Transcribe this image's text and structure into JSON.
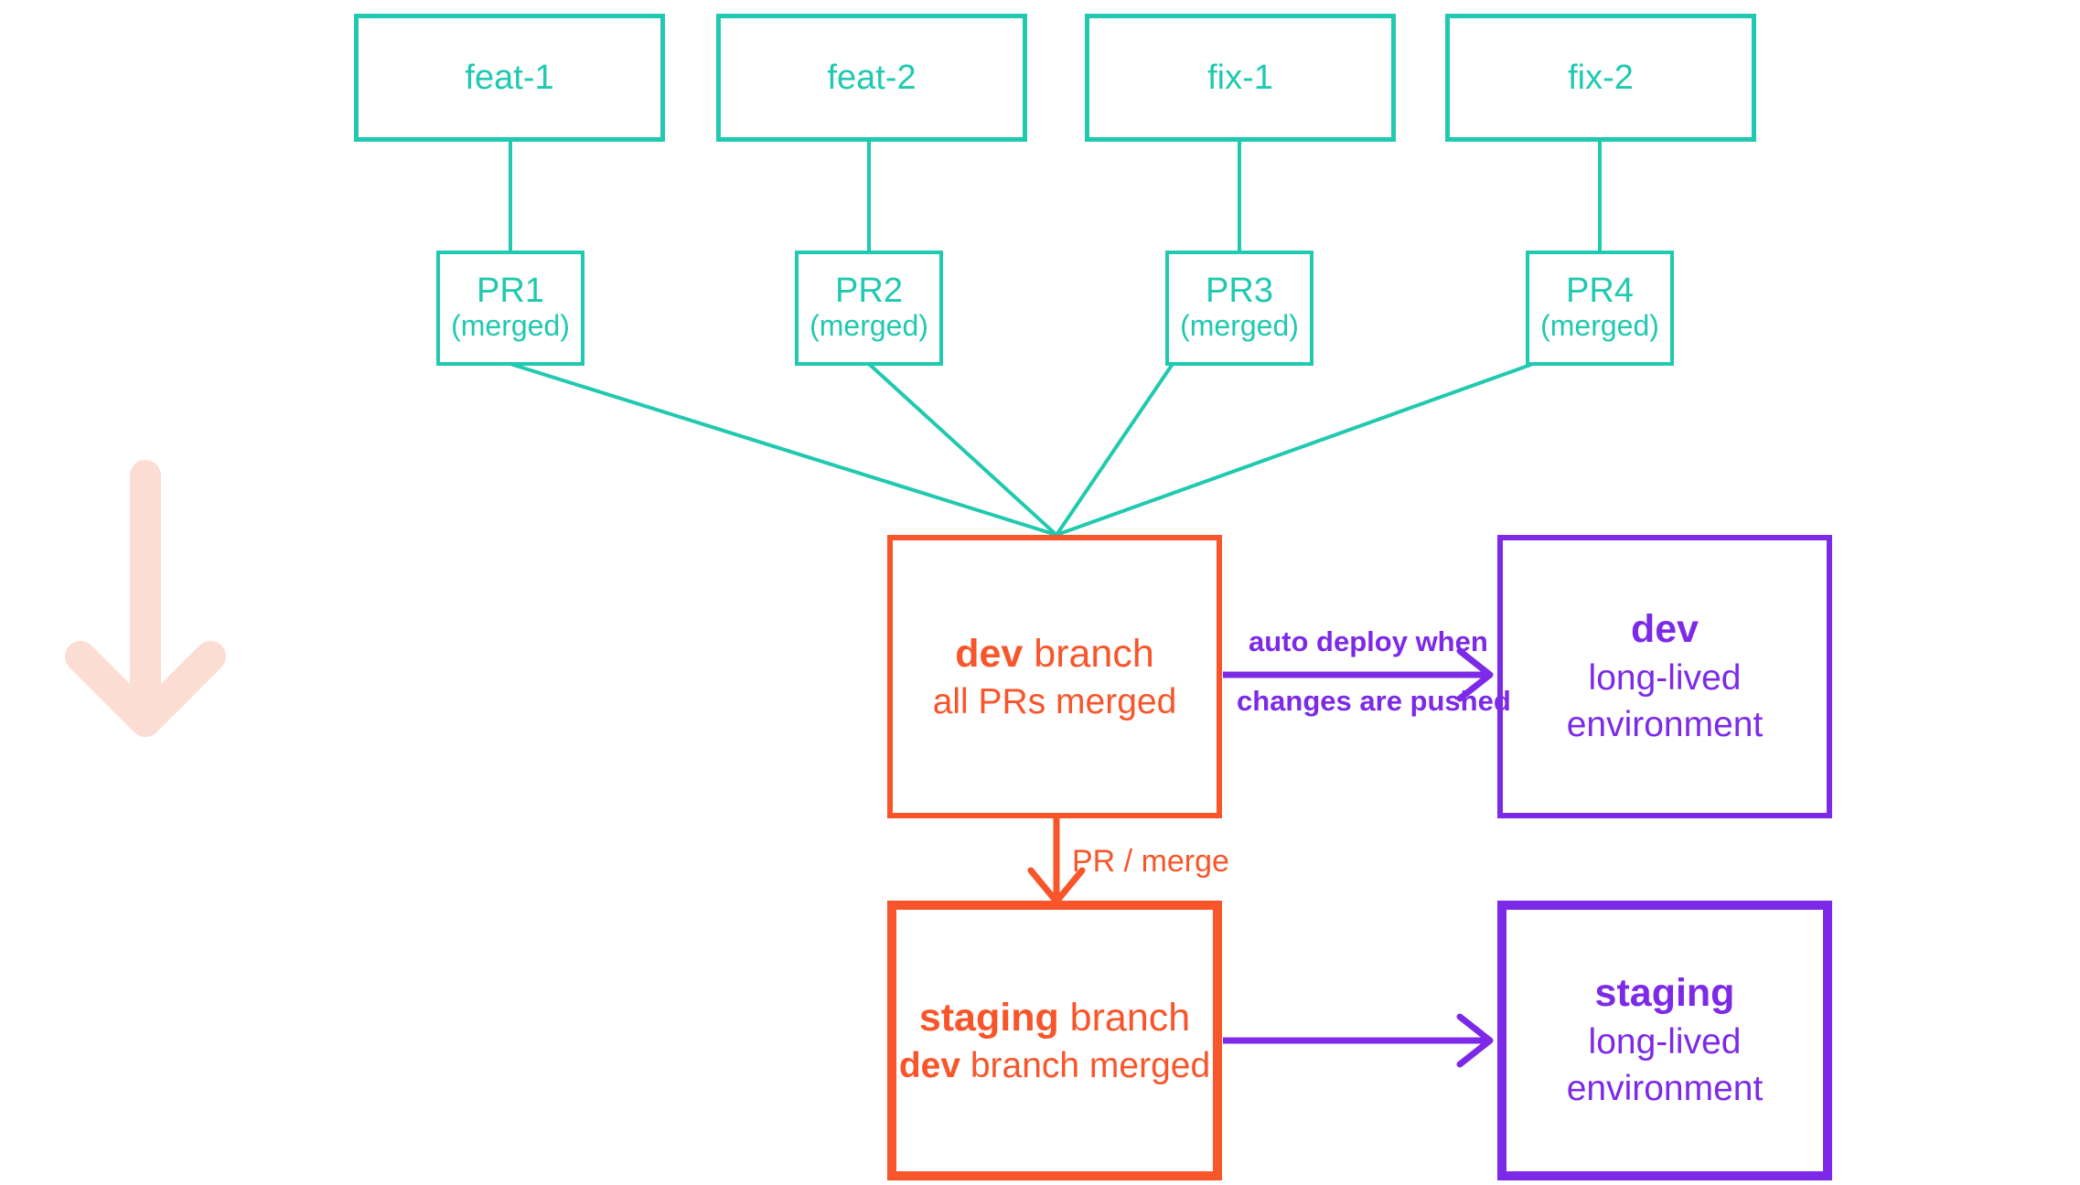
{
  "palette": {
    "teal": "#20C9AF",
    "orange": "#F8552A",
    "purple": "#7C2AE8",
    "pink_arrow": "#FBDDD3",
    "background": "#FFFFFF"
  },
  "diagram": {
    "title": "git branch to environment deployment flow",
    "source_branches": [
      {
        "id": "feat-1",
        "label": "feat-1"
      },
      {
        "id": "feat-2",
        "label": "feat-2"
      },
      {
        "id": "fix-1",
        "label": "fix-1"
      },
      {
        "id": "fix-2",
        "label": "fix-2"
      }
    ],
    "pull_requests": [
      {
        "id": "PR1",
        "title": "PR1",
        "status": "(merged)"
      },
      {
        "id": "PR2",
        "title": "PR2",
        "status": "(merged)"
      },
      {
        "id": "PR3",
        "title": "PR3",
        "status": "(merged)"
      },
      {
        "id": "PR4",
        "title": "PR4",
        "status": "(merged)"
      }
    ],
    "branches": [
      {
        "id": "dev-branch",
        "name": "dev",
        "name_suffix": " branch",
        "subtitle_strong": "",
        "subtitle": "all PRs merged"
      },
      {
        "id": "staging-branch",
        "name": "staging",
        "name_suffix": " branch",
        "subtitle_strong": "dev",
        "subtitle": " branch merged"
      }
    ],
    "environments": [
      {
        "id": "dev-environment",
        "name": "dev",
        "line2": "long-lived",
        "line3": "environment"
      },
      {
        "id": "staging-environment",
        "name": "staging",
        "line2": "long-lived",
        "line3": "environment"
      }
    ],
    "edge_labels": {
      "auto_deploy_line1": "auto deploy when",
      "auto_deploy_line2": "changes are pushed",
      "pr_merge": "PR / merge"
    },
    "flow_arrow": {
      "name": "downward-flow-arrow",
      "direction": "down"
    }
  }
}
